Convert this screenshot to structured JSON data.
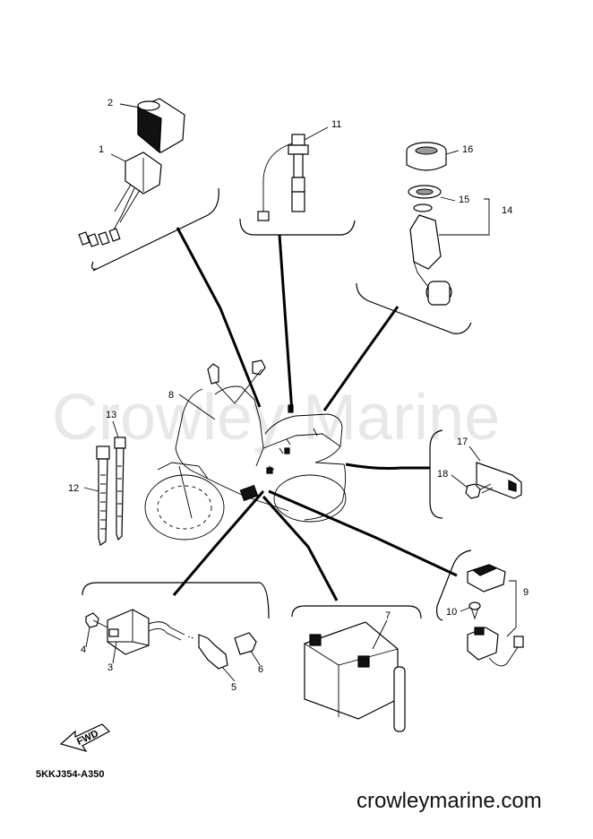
{
  "watermark": "Crowley Marine",
  "document_id": "5KKJ354-A350",
  "site": "crowleymarine.com",
  "direction_label": "FWD",
  "callouts": [
    "1",
    "2",
    "3",
    "4",
    "5",
    "6",
    "7",
    "8",
    "9",
    "10",
    "11",
    "12",
    "13",
    "14",
    "15",
    "16",
    "17",
    "18"
  ]
}
